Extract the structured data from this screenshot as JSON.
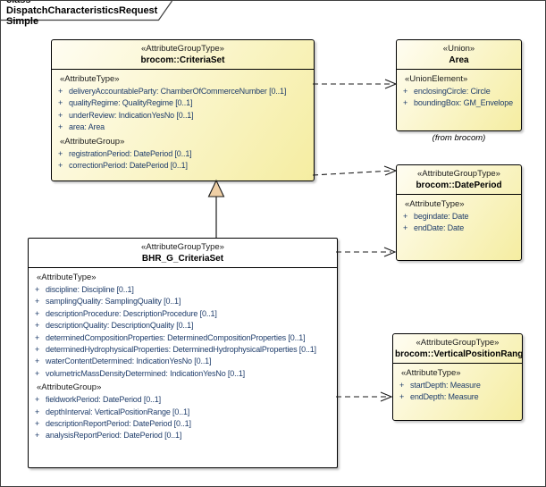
{
  "frame": {
    "title": "class DispatchCharacteristicsRequest Simple"
  },
  "visibility_marker": "+",
  "colors": {
    "box_gradient_start": "#FFFDF2",
    "box_gradient_end": "#F5EDA1",
    "attr_text": "#1F3D6B",
    "triangle_fill": "#EFCFA5",
    "line_color": "#1A1A1A"
  },
  "classes": {
    "criteria_set": {
      "stereotype": "«AttributeGroupType»",
      "name": "brocom::CriteriaSet",
      "sections": [
        {
          "label": "«AttributeType»",
          "attrs": [
            "deliveryAccountableParty: ChamberOfCommerceNumber [0..1]",
            "qualityRegime: QualityRegime [0..1]",
            "underReview: IndicationYesNo [0..1]",
            "area: Area"
          ]
        },
        {
          "label": "«AttributeGroup»",
          "attrs": [
            "registrationPeriod: DatePeriod [0..1]",
            "correctionPeriod: DatePeriod [0..1]"
          ]
        }
      ]
    },
    "area": {
      "stereotype": "«Union»",
      "name": "Area",
      "note": "(from brocom)",
      "sections": [
        {
          "label": "«UnionElement»",
          "attrs": [
            "enclosingCircle: Circle",
            "boundingBox: GM_Envelope"
          ]
        }
      ]
    },
    "date_period": {
      "stereotype": "«AttributeGroupType»",
      "name": "brocom::DatePeriod",
      "sections": [
        {
          "label": "«AttributeType»",
          "attrs": [
            "begindate: Date",
            "endDate: Date"
          ]
        }
      ]
    },
    "bhr_g_criteria_set": {
      "stereotype": "«AttributeGroupType»",
      "name": "BHR_G_CriteriaSet",
      "sections": [
        {
          "label": "«AttributeType»",
          "attrs": [
            "discipline: Discipline [0..1]",
            "samplingQuality: SamplingQuality [0..1]",
            "descriptionProcedure: DescriptionProcedure [0..1]",
            "descriptionQuality: DescriptionQuality [0..1]",
            "determinedCompositionProperties: DeterminedCompositionProperties [0..1]",
            "determinedHydrophysicalProperties: DeterminedHydrophysicalProperties [0..1]",
            "waterContentDetermined: IndicationYesNo [0..1]",
            "volumetricMassDensityDetermined: IndicationYesNo [0..1]"
          ]
        },
        {
          "label": "«AttributeGroup»",
          "attrs": [
            "fieldworkPeriod: DatePeriod [0..1]",
            "depthInterval: VerticalPositionRange [0..1]",
            "descriptionReportPeriod: DatePeriod [0..1]",
            "analysisReportPeriod: DatePeriod [0..1]"
          ]
        }
      ]
    },
    "vertical_position_range": {
      "stereotype": "«AttributeGroupType»",
      "name": "brocom::VerticalPositionRange",
      "sections": [
        {
          "label": "«AttributeType»",
          "attrs": [
            "startDepth: Measure",
            "endDepth: Measure"
          ]
        }
      ]
    }
  },
  "relations": [
    {
      "type": "dependency",
      "from": "brocom::CriteriaSet",
      "to": "Area"
    },
    {
      "type": "dependency",
      "from": "brocom::CriteriaSet",
      "to": "brocom::DatePeriod"
    },
    {
      "type": "generalization",
      "from": "BHR_G_CriteriaSet",
      "to": "brocom::CriteriaSet"
    },
    {
      "type": "dependency",
      "from": "BHR_G_CriteriaSet",
      "to": "brocom::DatePeriod"
    },
    {
      "type": "dependency",
      "from": "BHR_G_CriteriaSet",
      "to": "brocom::VerticalPositionRange"
    }
  ]
}
